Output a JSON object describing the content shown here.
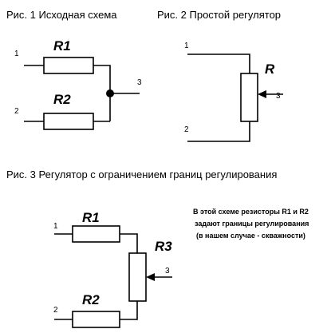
{
  "captions": {
    "fig1": "Рис. 1 Исходная схема",
    "fig2": "Рис. 2 Простой регулятор",
    "fig3": "Рис. 3 Регулятор с ограничением границ регулирования"
  },
  "fig1": {
    "r_top": "R1",
    "r_bottom": "R2",
    "pin1": "1",
    "pin2": "2",
    "pin3": "3"
  },
  "fig2": {
    "r": "R",
    "pin1": "1",
    "pin2": "2",
    "pin3": "3"
  },
  "fig3": {
    "r_top": "R1",
    "r_bottom": "R2",
    "r_mid": "R3",
    "pin1": "1",
    "pin2": "2",
    "pin3": "3"
  },
  "note": {
    "line1": "В этой схеме резисторы R1 и R2",
    "line2": "задают границы регулирования",
    "line3": "(в нашем случае - скважности)"
  },
  "colors": {
    "ink": "#000000",
    "background": "#ffffff"
  }
}
